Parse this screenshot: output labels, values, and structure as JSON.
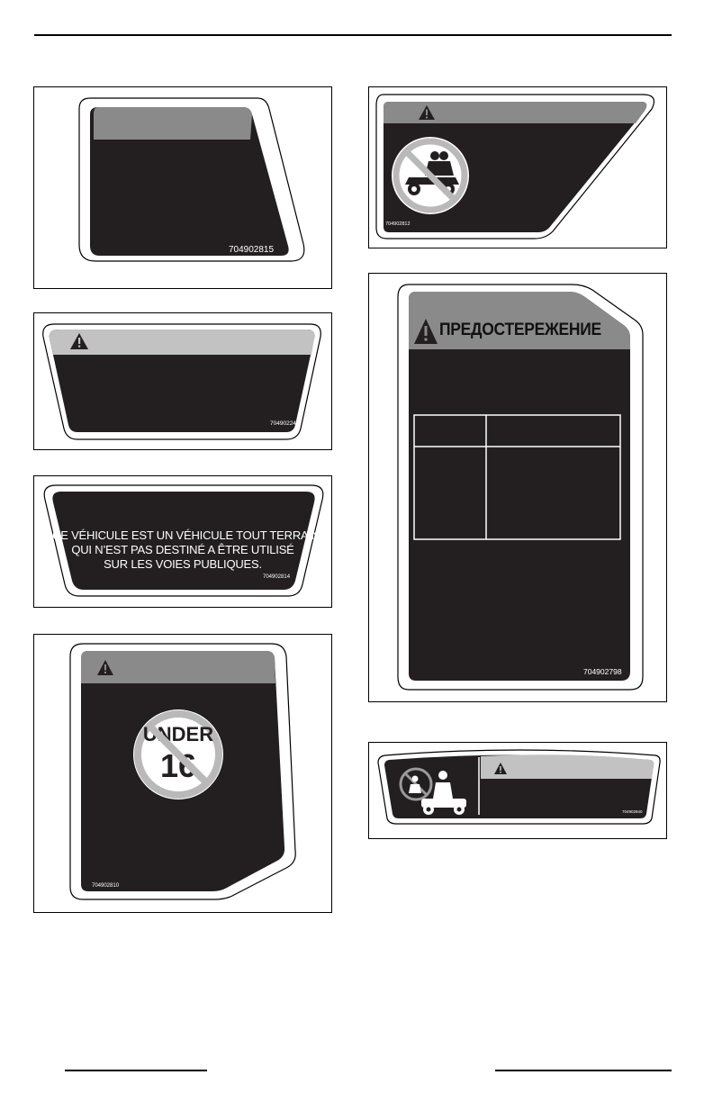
{
  "labels": {
    "l1_code": "704902815",
    "l2_code": "704902241",
    "l3_lines": [
      "CE VÉHICULE EST UN VÉHICULE TOUT TERRAIN",
      "QUI N’EST PAS DESTINÉ A ÊTRE UTILISÉ",
      "SUR LES VOIES PUBLIQUES."
    ],
    "l3_code": "704902814",
    "l4_under": "UNDER",
    "l4_age": "16",
    "l4_code": "704902810",
    "l5_code": "704902812",
    "l6_heading": "ПРЕДОСТЕРЕЖЕНИЕ",
    "l6_code": "704902798",
    "l7_code": "704902840"
  },
  "icons": {
    "warning": "warning-triangle-icon",
    "no_passenger": "no-passenger-icon",
    "no_rider_under_16": "no-under-16-icon"
  },
  "colors": {
    "label_body": "#231f20",
    "header_band": "#8a8a8a",
    "header_band_light": "#c2c2c2",
    "prohibition_red": "#b9b9b9"
  }
}
